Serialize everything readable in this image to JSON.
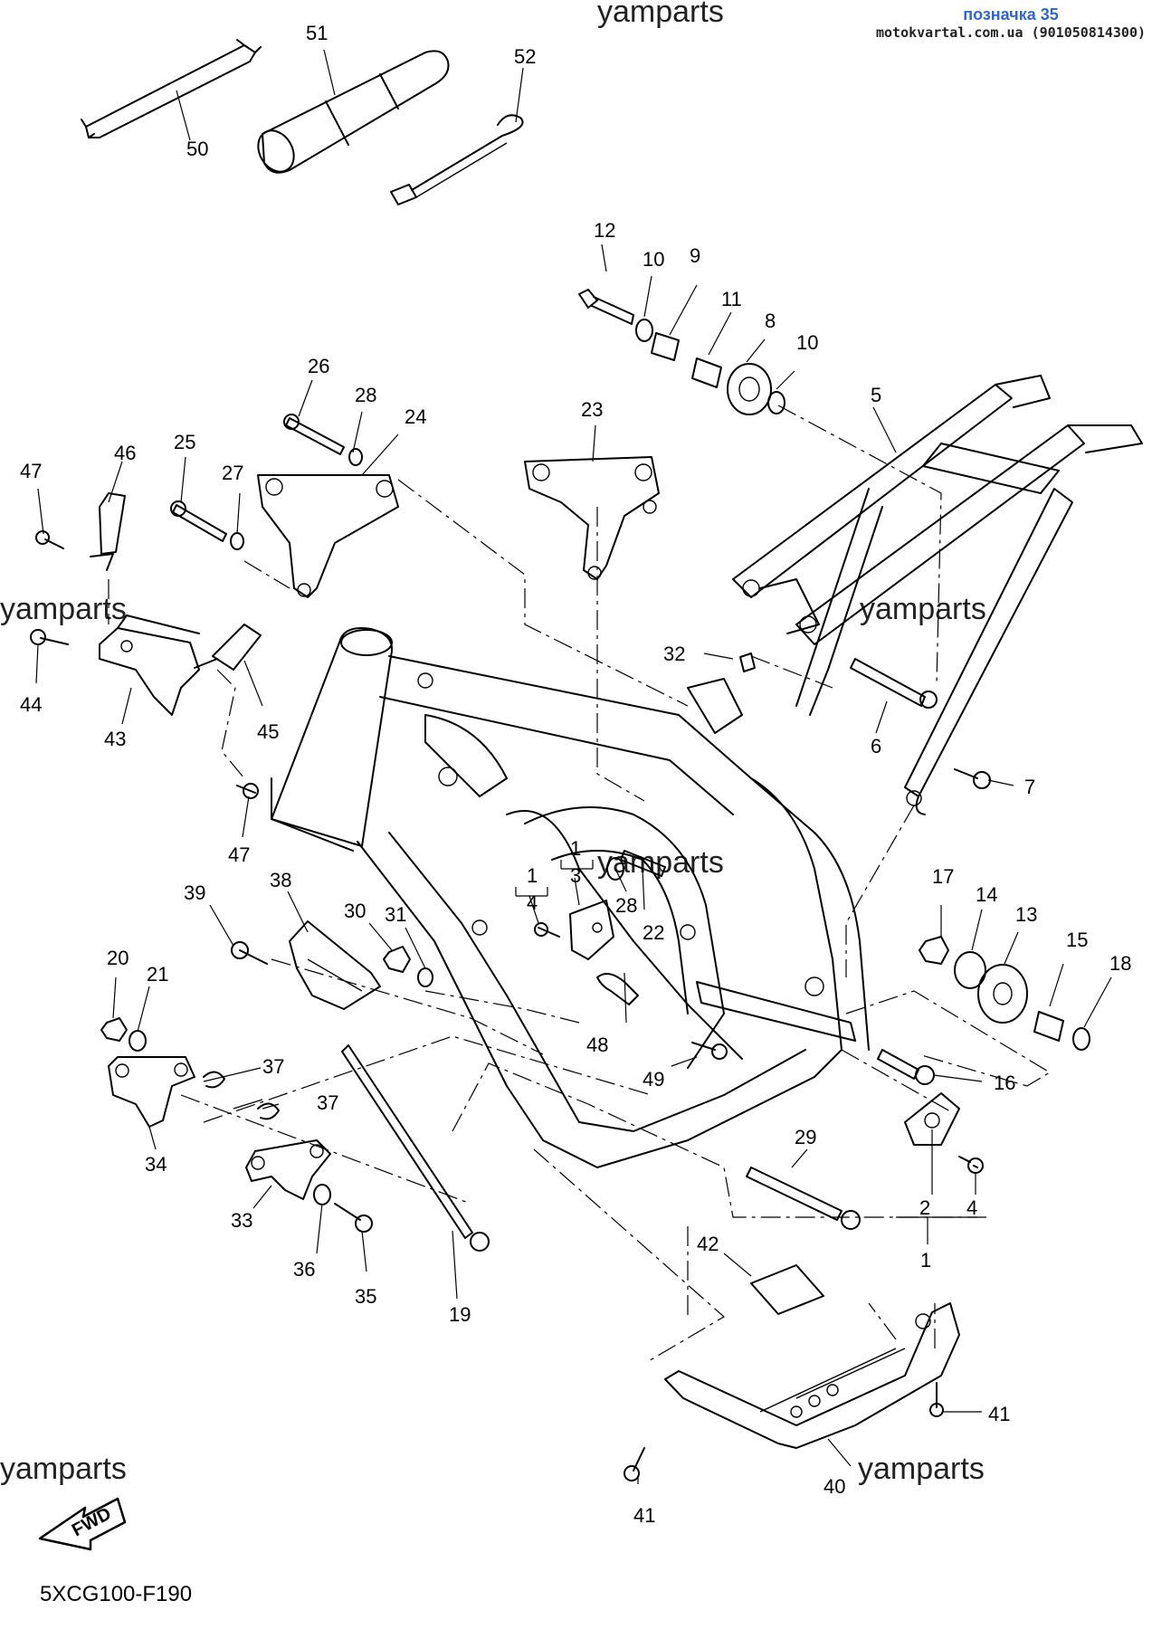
{
  "reference": {
    "label": "позначка 35",
    "label_color": "#3366cc",
    "site": "motokvartal.com.ua (901050814300)"
  },
  "watermarks": [
    "yamparts",
    "yamparts",
    "yamparts",
    "yamparts",
    "yamparts",
    "yamparts"
  ],
  "diagram_code": "5XCG100-F190",
  "fwd_badge": "FWD",
  "callouts": {
    "c1a": "1",
    "c1b": "1",
    "c1c": "1",
    "c2": "2",
    "c3": "3",
    "c4a": "4",
    "c4b": "4",
    "c5": "5",
    "c6": "6",
    "c7": "7",
    "c8": "8",
    "c9": "9",
    "c10a": "10",
    "c10b": "10",
    "c11": "11",
    "c12": "12",
    "c13": "13",
    "c14": "14",
    "c15": "15",
    "c16": "16",
    "c17": "17",
    "c18": "18",
    "c19": "19",
    "c20": "20",
    "c21": "21",
    "c22": "22",
    "c23": "23",
    "c24": "24",
    "c25": "25",
    "c26": "26",
    "c27": "27",
    "c28a": "28",
    "c28b": "28",
    "c29": "29",
    "c30": "30",
    "c31": "31",
    "c32": "32",
    "c33": "33",
    "c34": "34",
    "c35": "35",
    "c36": "36",
    "c37a": "37",
    "c37b": "37",
    "c38": "38",
    "c39": "39",
    "c40": "40",
    "c41a": "41",
    "c41b": "41",
    "c42": "42",
    "c43": "43",
    "c44": "44",
    "c45": "45",
    "c46": "46",
    "c47a": "47",
    "c47b": "47",
    "c48": "48",
    "c49": "49",
    "c50": "50",
    "c51": "51",
    "c52": "52"
  }
}
